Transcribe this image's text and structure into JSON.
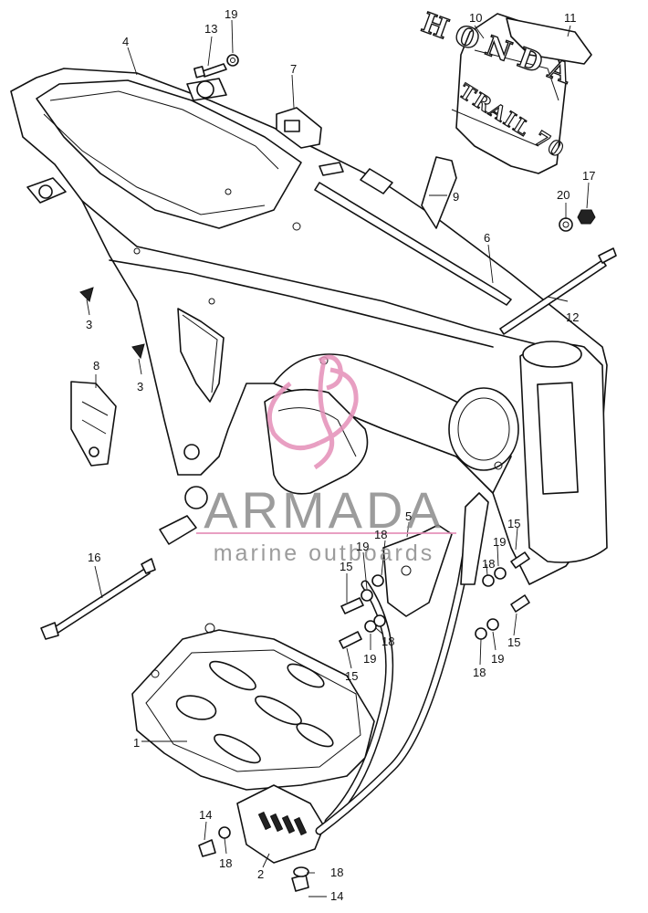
{
  "watermark": {
    "brand": "ARMADA",
    "tagline": "marine outboards",
    "logo_color": "#e48fb8",
    "text_color": "#8b8b8b"
  },
  "decals": {
    "brand": "HONDA",
    "model": "TRAIL 70"
  },
  "callouts": [
    {
      "id": "c1",
      "text": "1"
    },
    {
      "id": "c2",
      "text": "2"
    },
    {
      "id": "c3a",
      "text": "3"
    },
    {
      "id": "c3b",
      "text": "3"
    },
    {
      "id": "c4",
      "text": "4"
    },
    {
      "id": "c5",
      "text": "5"
    },
    {
      "id": "c6",
      "text": "6"
    },
    {
      "id": "c7",
      "text": "7"
    },
    {
      "id": "c8",
      "text": "8"
    },
    {
      "id": "c9",
      "text": "9"
    },
    {
      "id": "c10",
      "text": "10"
    },
    {
      "id": "c11",
      "text": "11"
    },
    {
      "id": "c12",
      "text": "12"
    },
    {
      "id": "c13",
      "text": "13"
    },
    {
      "id": "c14a",
      "text": "14"
    },
    {
      "id": "c14b",
      "text": "14"
    },
    {
      "id": "c15a",
      "text": "15"
    },
    {
      "id": "c15b",
      "text": "15"
    },
    {
      "id": "c15c",
      "text": "15"
    },
    {
      "id": "c15d",
      "text": "15"
    },
    {
      "id": "c16",
      "text": "16"
    },
    {
      "id": "c17",
      "text": "17"
    },
    {
      "id": "c18a",
      "text": "18"
    },
    {
      "id": "c18b",
      "text": "18"
    },
    {
      "id": "c18c",
      "text": "18"
    },
    {
      "id": "c18d",
      "text": "18"
    },
    {
      "id": "c18e",
      "text": "18"
    },
    {
      "id": "c18f",
      "text": "18"
    },
    {
      "id": "c19a",
      "text": "19"
    },
    {
      "id": "c19b",
      "text": "19"
    },
    {
      "id": "c19c",
      "text": "19"
    },
    {
      "id": "c19d",
      "text": "19"
    },
    {
      "id": "c19e",
      "text": "19"
    },
    {
      "id": "c20",
      "text": "20"
    }
  ]
}
